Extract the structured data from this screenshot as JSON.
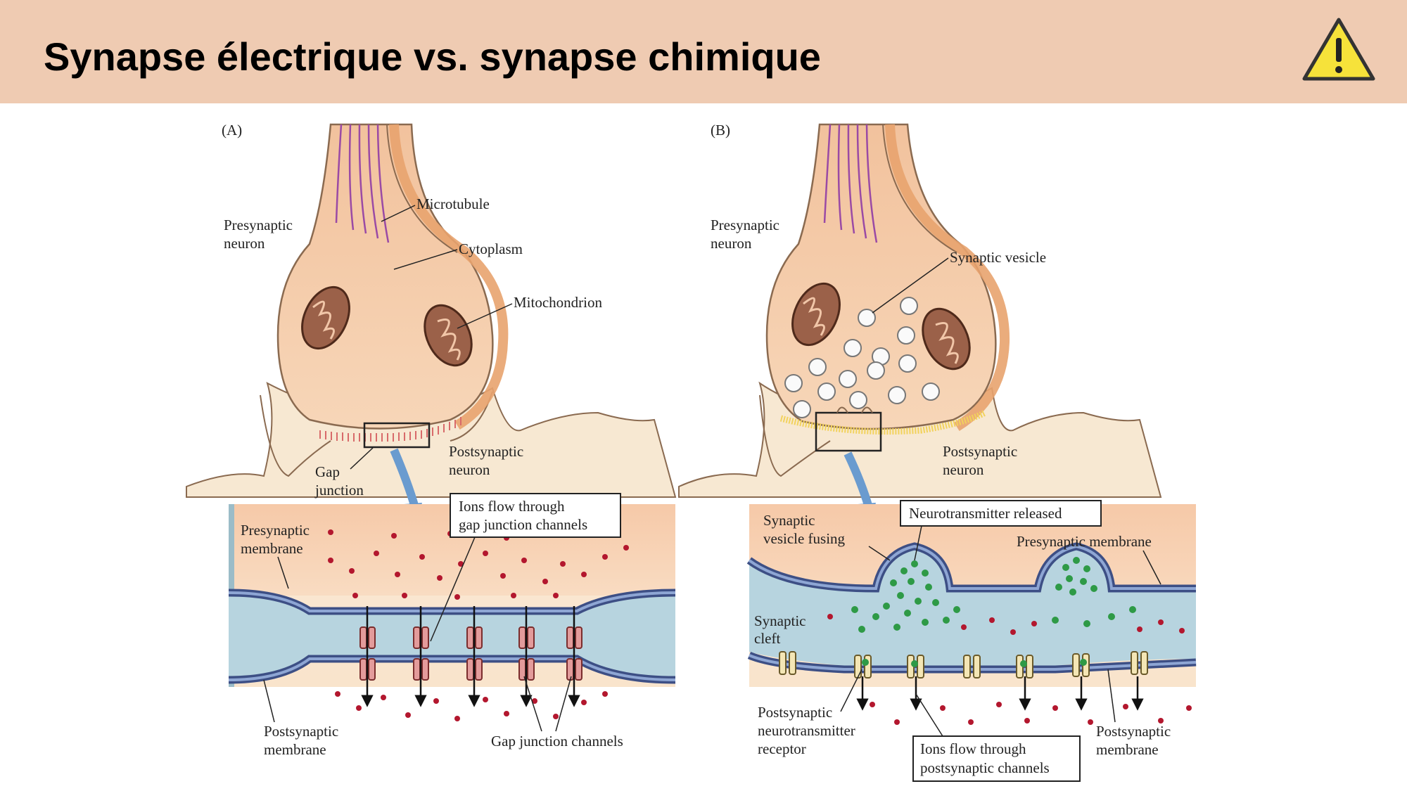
{
  "slide": {
    "title": "Synapse électrique vs. synapse chimique",
    "warning_icon": "warning-triangle-icon",
    "accent_color": "#efcbb2"
  },
  "panel_a": {
    "tag": "(A)",
    "presynaptic_neuron": [
      "Presynaptic",
      "neuron"
    ],
    "microtubule": "Microtubule",
    "cytoplasm": "Cytoplasm",
    "mitochondrion": "Mitochondrion",
    "gap_junction": [
      "Gap",
      "junction"
    ],
    "postsynaptic_neuron": [
      "Postsynaptic",
      "neuron"
    ],
    "ions_flow": [
      "Ions flow through",
      "gap junction channels"
    ],
    "presynaptic_membrane": [
      "Presynaptic",
      "membrane"
    ],
    "postsynaptic_membrane": [
      "Postsynaptic",
      "membrane"
    ],
    "gap_junction_channels": "Gap junction channels"
  },
  "panel_b": {
    "tag": "(B)",
    "presynaptic_neuron": [
      "Presynaptic",
      "neuron"
    ],
    "synaptic_vesicle": "Synaptic vesicle",
    "postsynaptic_neuron": [
      "Postsynaptic",
      "neuron"
    ],
    "neurotransmitter_released": "Neurotransmitter released",
    "vesicle_fusing": [
      "Synaptic",
      "vesicle fusing"
    ],
    "presynaptic_membrane": "Presynaptic membrane",
    "synaptic_cleft": [
      "Synaptic",
      "cleft"
    ],
    "receptor": [
      "Postsynaptic",
      "neurotransmitter",
      "receptor"
    ],
    "ions_flow": [
      "Ions flow through",
      "postsynaptic channels"
    ],
    "postsynaptic_membrane": [
      "Postsynaptic",
      "membrane"
    ]
  }
}
